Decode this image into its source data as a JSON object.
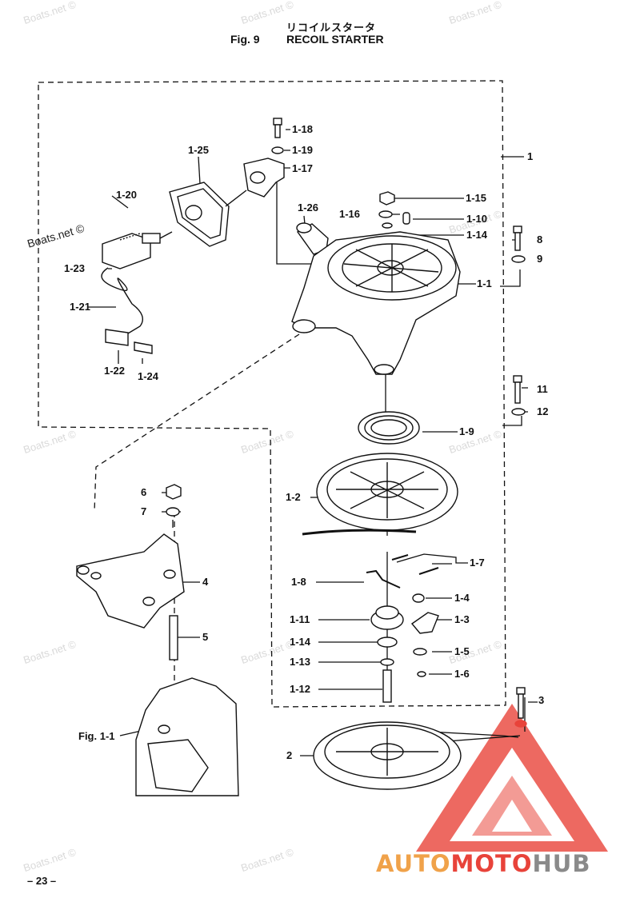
{
  "header": {
    "title_jp": "リコイルスタータ",
    "figure": "Fig. 9",
    "title": "RECOIL STARTER"
  },
  "watermarks": {
    "text": "Boats.net ©"
  },
  "parts": [
    {
      "id": "1-18",
      "label": "1-18"
    },
    {
      "id": "1-19",
      "label": "1-19"
    },
    {
      "id": "1-17",
      "label": "1-17"
    },
    {
      "id": "1",
      "label": "1"
    },
    {
      "id": "1-25",
      "label": "1-25"
    },
    {
      "id": "1-20",
      "label": "1-20"
    },
    {
      "id": "1-26",
      "label": "1-26"
    },
    {
      "id": "1-15",
      "label": "1-15"
    },
    {
      "id": "1-16",
      "label": "1-16"
    },
    {
      "id": "1-10",
      "label": "1-10"
    },
    {
      "id": "1-14a",
      "label": "1-14"
    },
    {
      "id": "8",
      "label": "8"
    },
    {
      "id": "9",
      "label": "9"
    },
    {
      "id": "1-23",
      "label": "1-23"
    },
    {
      "id": "1-1",
      "label": "1-1"
    },
    {
      "id": "1-21",
      "label": "1-21"
    },
    {
      "id": "1-22",
      "label": "1-22"
    },
    {
      "id": "1-24",
      "label": "1-24"
    },
    {
      "id": "11",
      "label": "11"
    },
    {
      "id": "12",
      "label": "12"
    },
    {
      "id": "1-9",
      "label": "1-9"
    },
    {
      "id": "6",
      "label": "6"
    },
    {
      "id": "7",
      "label": "7"
    },
    {
      "id": "1-2",
      "label": "1-2"
    },
    {
      "id": "1-7",
      "label": "1-7"
    },
    {
      "id": "4",
      "label": "4"
    },
    {
      "id": "1-8",
      "label": "1-8"
    },
    {
      "id": "1-4",
      "label": "1-4"
    },
    {
      "id": "1-11",
      "label": "1-11"
    },
    {
      "id": "1-3",
      "label": "1-3"
    },
    {
      "id": "5",
      "label": "5"
    },
    {
      "id": "1-14b",
      "label": "1-14"
    },
    {
      "id": "1-5",
      "label": "1-5"
    },
    {
      "id": "1-13",
      "label": "1-13"
    },
    {
      "id": "1-6",
      "label": "1-6"
    },
    {
      "id": "1-12",
      "label": "1-12"
    },
    {
      "id": "3",
      "label": "3"
    },
    {
      "id": "fig11",
      "label": "Fig. 1-1"
    },
    {
      "id": "2",
      "label": "2"
    }
  ],
  "footer": {
    "page_number": "– 23 –"
  },
  "brand": {
    "part1": "AUTO",
    "part2": "MOTO",
    "part3": "HUB",
    "color_auto": "#f0a24a",
    "color_moto": "#e8433a",
    "color_hub": "#8a8a8a"
  }
}
